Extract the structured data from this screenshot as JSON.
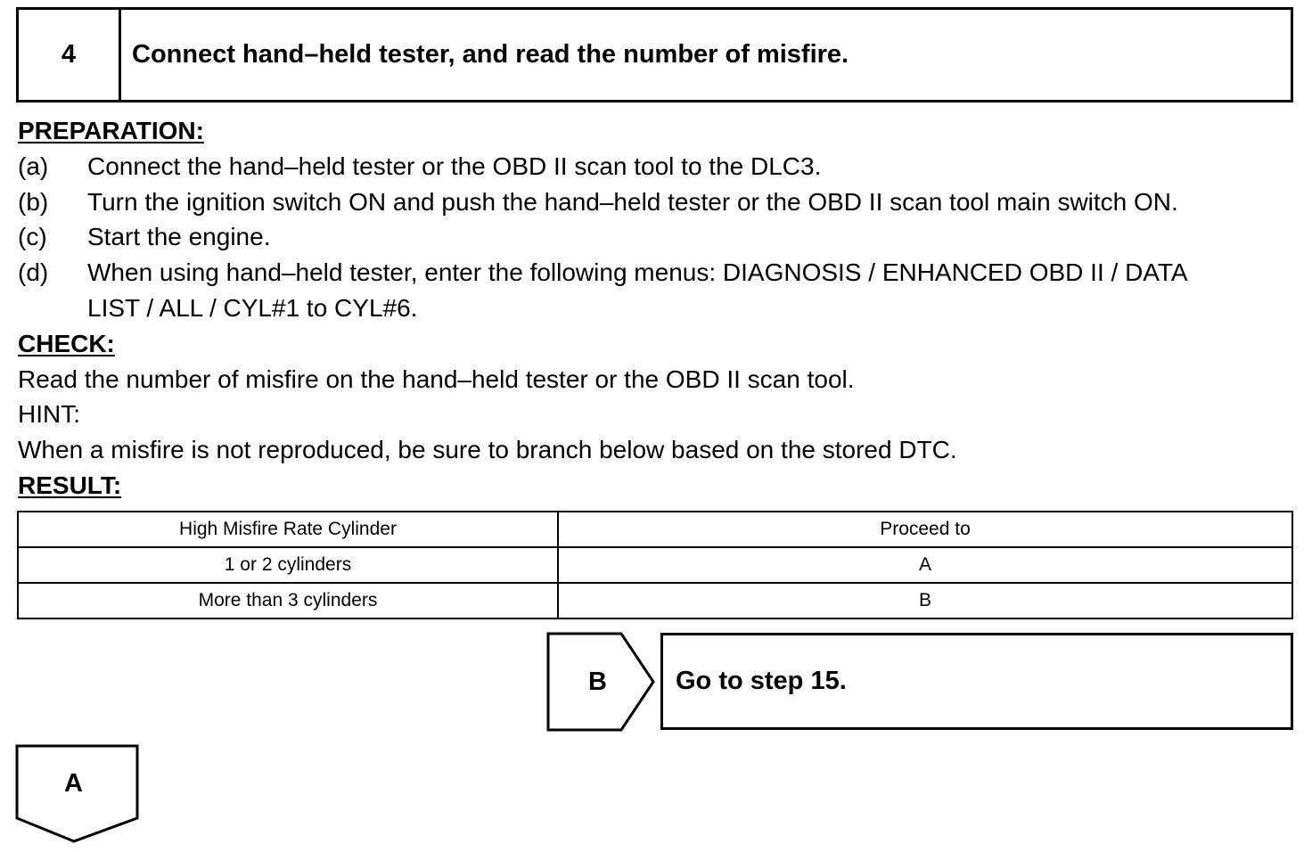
{
  "step": {
    "number": "4",
    "title": "Connect hand–held tester, and read the number of misfire."
  },
  "preparation": {
    "heading": "PREPARATION:",
    "items": [
      {
        "label": "(a)",
        "lines": [
          "Connect the hand–held tester or the OBD II scan tool to the DLC3."
        ]
      },
      {
        "label": "(b)",
        "lines": [
          "Turn the ignition switch ON and push the hand–held tester or the OBD II scan tool main switch ON."
        ]
      },
      {
        "label": "(c)",
        "lines": [
          "Start the engine."
        ]
      },
      {
        "label": "(d)",
        "lines": [
          "When using hand–held tester, enter the following menus: DIAGNOSIS / ENHANCED OBD II / DATA",
          "LIST / ALL / CYL#1 to CYL#6."
        ]
      }
    ]
  },
  "check": {
    "heading": "CHECK:",
    "text": "Read the number of misfire on the hand–held tester or the OBD II scan tool."
  },
  "hint": {
    "label": "HINT:",
    "text": "When a misfire is not reproduced, be sure to branch below based on the stored DTC."
  },
  "result": {
    "heading": "RESULT:",
    "columns": [
      "High Misfire Rate Cylinder",
      "Proceed to"
    ],
    "rows": [
      [
        "1 or 2 cylinders",
        "A"
      ],
      [
        "More than 3 cylinders",
        "B"
      ]
    ]
  },
  "branches": {
    "b_label": "B",
    "b_text": "Go to step 15.",
    "a_label": "A"
  }
}
